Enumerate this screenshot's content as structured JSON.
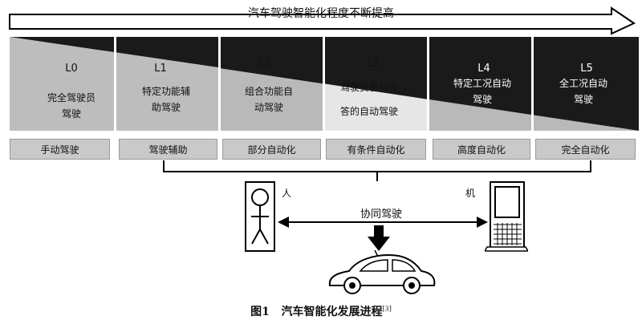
{
  "top_arrow": {
    "label": "汽车驾驶智能化程度不断提高"
  },
  "levels": [
    {
      "code": "L0",
      "description": "完全驾驶员\n驾驶",
      "stage": "手动驾驶"
    },
    {
      "code": "L1",
      "description": "特定功能辅\n助驾驶",
      "stage": "驾驶辅助"
    },
    {
      "code": "L2",
      "description": "组合功能自\n动驾驶",
      "stage": "部分自动化"
    },
    {
      "code": "L3",
      "description": "驾驶员参与应\n答的自动驾驶",
      "stage": "有条件自动化"
    },
    {
      "code": "L4",
      "description": "特定工况自动\n驾驶",
      "stage": "高度自动化"
    },
    {
      "code": "L5",
      "description": "全工况自动\n驾驶",
      "stage": "完全自动化"
    }
  ],
  "collaboration": {
    "human_label": "人",
    "machine_label": "机",
    "center_label": "协同驾驶"
  },
  "caption": {
    "figure": "图1",
    "title": "汽车智能化发展进程",
    "ref": "[3]"
  },
  "colors": {
    "light_band": "#b9b9b9",
    "dark_band": "#1a1a1a",
    "stage_fill": "#c9c9c9"
  }
}
